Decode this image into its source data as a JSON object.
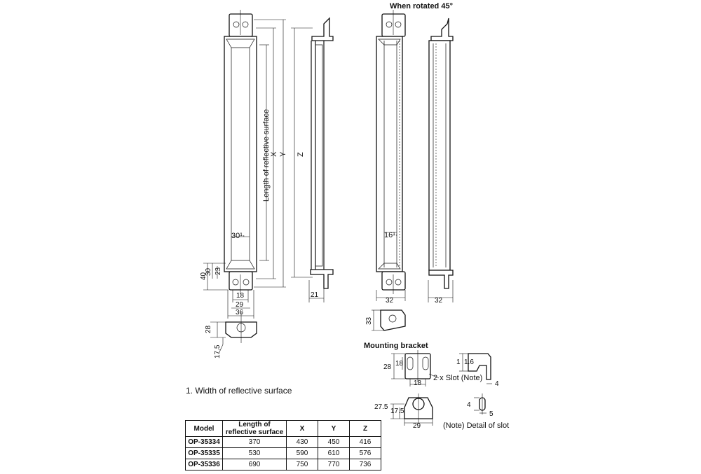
{
  "labels": {
    "rotated_title": "When rotated 45°",
    "mounting_title": "Mounting bracket",
    "footnote": "1. Width of reflective surface",
    "slot_note": "2 x Slot (Note)",
    "slot_detail": "(Note) Detail of slot",
    "length_label": "Length of reflective surface",
    "x_label": "X",
    "y_label": "Y",
    "z_label": "Z",
    "width_30": "30¹·",
    "width_16": "16¹·"
  },
  "dimensions": {
    "d40": "40",
    "d30": "30",
    "d23": "23",
    "d18": "18",
    "d29": "29",
    "d36": "36",
    "d21": "21",
    "d28": "28",
    "d17_5": "17.5",
    "d32a": "32",
    "d32b": "32",
    "d33": "33",
    "mb28": "28",
    "mb18v": "18",
    "mb18h": "18",
    "mb1": "1",
    "mb1_6": "1.6",
    "mb4": "4",
    "mb27_5": "27.5",
    "mb17_5": "17.5",
    "mb29": "29",
    "slot4": "4",
    "slot5": "5"
  },
  "table": {
    "headers": [
      "Model",
      "Length of reflective surface",
      "X",
      "Y",
      "Z"
    ],
    "rows": [
      [
        "OP-35334",
        "370",
        "430",
        "450",
        "416"
      ],
      [
        "OP-35335",
        "530",
        "590",
        "610",
        "576"
      ],
      [
        "OP-35336",
        "690",
        "750",
        "770",
        "736"
      ]
    ]
  }
}
